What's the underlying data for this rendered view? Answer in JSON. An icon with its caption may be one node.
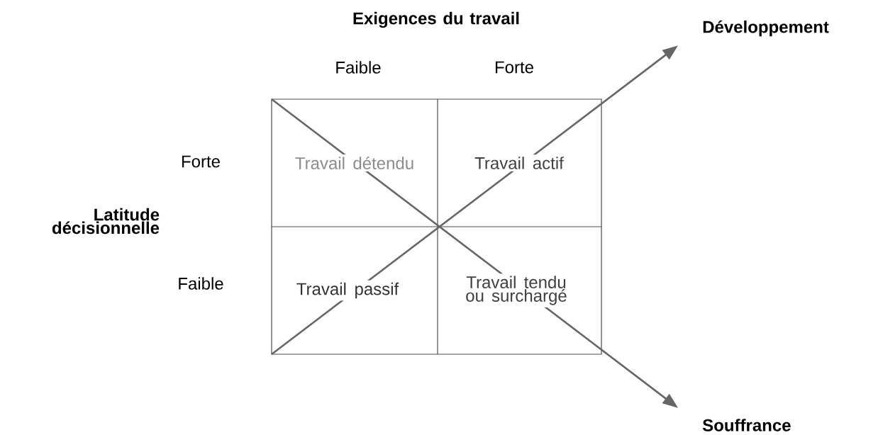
{
  "diagram": {
    "nodes": [
      {
        "text": [
          "Travail détendu"
        ]
      },
      {
        "text": [
          "Travail actif"
        ]
      },
      {
        "text": [
          "Travail passif"
        ]
      },
      {
        "text": [
          "Travail tendu ou surchargé"
        ]
      },
      {
        "text": [
          "Développement"
        ]
      },
      {
        "text": [
          "Souffrance"
        ]
      }
    ],
    "edges": [
      {
        "from": null,
        "to": 4,
        "arrow": "to"
      },
      {
        "from": null,
        "to": 5,
        "arrow": "to"
      }
    ],
    "labels": [
      "Exigences du travail",
      "Faible",
      "Forte",
      "Forte",
      "Latitude décisionnelle",
      "Faible"
    ]
  }
}
